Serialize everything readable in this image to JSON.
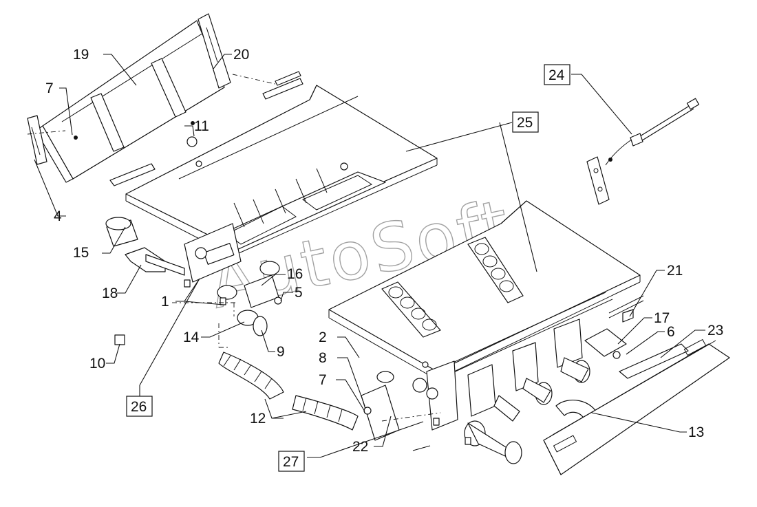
{
  "watermark": "AutoSoft",
  "callouts": {
    "c1": "1",
    "c2": "2",
    "c4": "4",
    "c5": "5",
    "c6": "6",
    "c7a": "7",
    "c7b": "7",
    "c8": "8",
    "c9": "9",
    "c10": "10",
    "c11": "11",
    "c12": "12",
    "c13": "13",
    "c14": "14",
    "c15": "15",
    "c16": "16",
    "c17": "17",
    "c18": "18",
    "c19": "19",
    "c20": "20",
    "c21": "21",
    "c22": "22",
    "c23": "23",
    "c24": "24",
    "c25": "25",
    "c26": "26",
    "c27": "27"
  }
}
